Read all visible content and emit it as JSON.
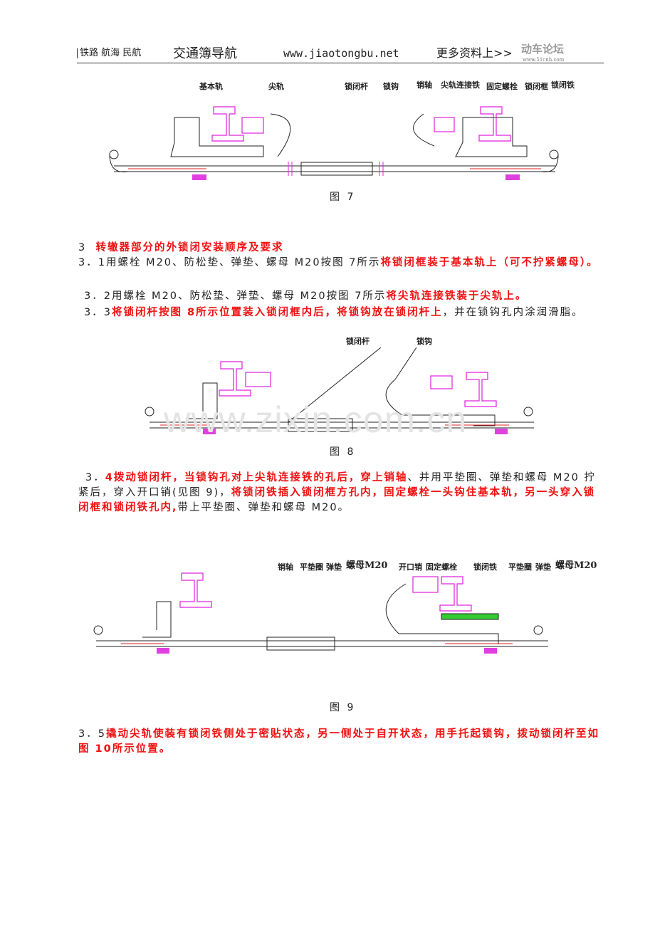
{
  "header": {
    "left_tag": "铁路 航海 民航",
    "site_name": "交通簿导航",
    "site_url": "www.jiaotongbu.net",
    "more": "更多资料上>>",
    "logo_text": "动车论坛",
    "logo_url": "www.51cnh.com"
  },
  "fig7": {
    "caption": "图 7",
    "labels": [
      "基本轨",
      "尖轨",
      "锁闭杆",
      "锁钩",
      "销轴",
      "尖轨连接铁",
      "固定螺栓",
      "锁闭框",
      "锁闭铁"
    ]
  },
  "section": {
    "title_num": "3",
    "title": "转辙器部分的外锁闭安装顺序及要求",
    "p31_a": "3．1用螺栓 M20、防松垫、弹垫、螺母 M20按图 7所示",
    "p31_b": "将锁闭框装于基本轨上（可不拧紧螺母）。",
    "p32_a": "3．2用螺栓 M20、防松垫、弹垫、螺母 M20按图 7所示",
    "p32_b": "将尖轨连接铁装于尖轨上。",
    "p33_a": "3．3",
    "p33_b": "将锁闭杆按图 8所示位置装入锁闭框内后，将锁钩放在锁闭杆上",
    "p33_c": "，并在锁钩孔内涂润滑脂。"
  },
  "fig8": {
    "caption": "图 8",
    "labels": [
      "锁闭杆",
      "锁钩"
    ]
  },
  "watermark": "www.zixin.com.cn",
  "p34": {
    "a": "3．",
    "b": "4拨动锁闭杆，当锁钩孔对上尖轨连接铁的孔后，穿上销轴",
    "c": "、并用平垫圈、弹垫和螺母 M20 拧紧后，穿入开口销(见图 9)，",
    "d": "将锁闭铁插入锁闭框方孔内，固定螺栓一头钩住基本轨，另一头穿入锁闭框和锁闭铁孔内,",
    "e": "带上平垫圈、弹垫和螺母 M20。"
  },
  "fig9": {
    "caption": "图 9",
    "labels": [
      "销轴",
      "平垫圈",
      "弹垫",
      "螺母M20",
      "开口销",
      "固定螺栓",
      "锁闭铁",
      "平垫圈",
      "弹垫",
      "螺母M20"
    ]
  },
  "p35": {
    "a": "3．5",
    "b": "撬动尖轨使装有锁闭铁侧处于密贴状态，另一侧处于自开状态，用手托起锁钩，拨动锁闭杆至如图 10所示位置。"
  }
}
